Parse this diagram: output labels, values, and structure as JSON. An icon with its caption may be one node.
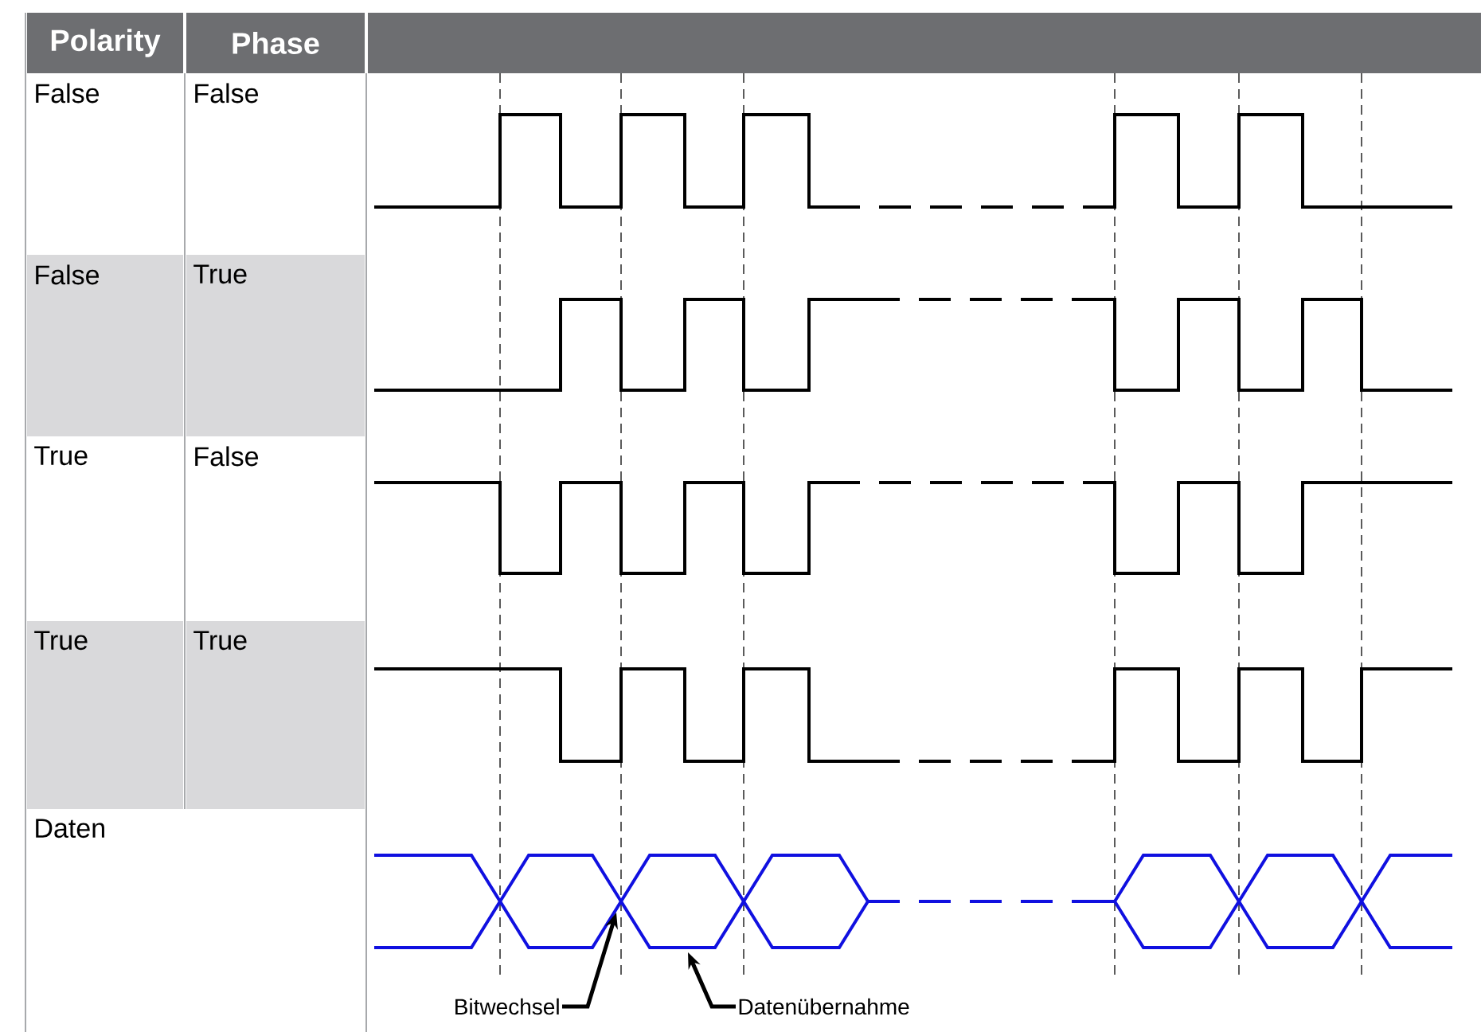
{
  "diagram": {
    "nodes": [
      {
        "text": [
          "Bitwechsel"
        ]
      },
      {
        "text": [
          "Datenübernahme"
        ]
      }
    ],
    "edges": [
      {
        "from": 0,
        "to": null,
        "arrow": "to"
      },
      {
        "from": 1,
        "to": null,
        "arrow": "to"
      }
    ],
    "labels": [
      "Polarity",
      "Phase",
      "False",
      "False",
      "False",
      "True",
      "True",
      "False",
      "True",
      "True",
      "Daten"
    ]
  }
}
